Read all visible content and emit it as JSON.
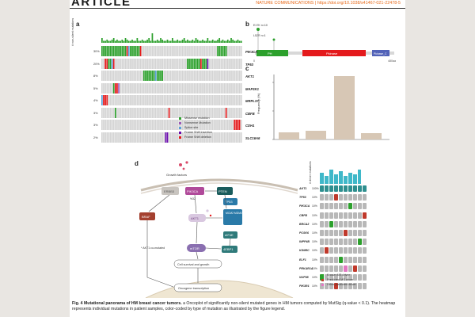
{
  "header": {
    "journal": "ARTICLE",
    "citation": "NATURE COMMUNICATIONS | https://doi.org/10.1038/s41467-021-22478-5"
  },
  "panel_a": {
    "label": "a",
    "bar_axis_label": "# non-silent mutations",
    "genes": [
      {
        "name": "PIK3CA",
        "pct": "30%"
      },
      {
        "name": "TP53",
        "pct": "20%"
      },
      {
        "name": "AKT1",
        "pct": "8%"
      },
      {
        "name": "MAP3K1",
        "pct": "5%"
      },
      {
        "name": "MRPL37",
        "pct": "4%"
      },
      {
        "name": "CBFB",
        "pct": "3%"
      },
      {
        "name": "CDH1",
        "pct": "3%"
      },
      {
        "name": "SLC16A6",
        "pct": "2%"
      }
    ],
    "legend": [
      {
        "label": "Missense mutation",
        "color": "#2ca02c"
      },
      {
        "label": "Nonsense Mutation",
        "color": "#9b59b6"
      },
      {
        "label": "Splice site",
        "color": "#5aa0d8"
      },
      {
        "label": "Frame Shift insertion",
        "color": "#6a0dad"
      },
      {
        "label": "Frame Shift deletion",
        "color": "#e41a1c"
      }
    ]
  },
  "panel_b": {
    "label": "b",
    "mut1": "E17K n=10",
    "mut2": "L52R n=1",
    "domains": [
      "PH",
      "Pkinase",
      "Pkinase_C"
    ],
    "axis_start": "0",
    "axis_end": "480aa"
  },
  "panel_c": {
    "label": "c",
    "ylabel": "Frequency (%)"
  },
  "panel_d": {
    "label": "d",
    "growth_factors": "Growth factors",
    "nodes": {
      "erbb3": "ERBB3",
      "braf": "BRAF",
      "pik3ca": "PIK3CA",
      "pik3ca_pct": "%32",
      "pten": "PTEN",
      "tp53": "TP53",
      "akt1": "AKT1",
      "mcm": "MCM2\nMDM2\nMDM4",
      "eif4e": "eIF4E",
      "mtor": "mTOR",
      "ebp1": "4EBP1",
      "survival": "Cell survival and growth",
      "oncogene": "Oncogene transcription"
    },
    "akt1_note": "* AKT1 co-mutated",
    "bar_axis": "# driver mutations",
    "genes": [
      {
        "name": "AKT1",
        "pct": "100%"
      },
      {
        "name": "TP53",
        "pct": "10%"
      },
      {
        "name": "PIK3CA",
        "pct": "10%"
      },
      {
        "name": "CBFB",
        "pct": "10%"
      },
      {
        "name": "BRCA2",
        "pct": "10%"
      },
      {
        "name": "PCSK6",
        "pct": "10%"
      },
      {
        "name": "INPP4B",
        "pct": "10%"
      },
      {
        "name": "KDM5C",
        "pct": "10%"
      },
      {
        "name": "ELF1",
        "pct": "10%"
      },
      {
        "name": "PRKAR1A",
        "pct": "10%"
      },
      {
        "name": "NUP98",
        "pct": "10%"
      },
      {
        "name": "PIK3R1",
        "pct": "10%"
      }
    ],
    "legend": [
      {
        "label": "Known MS driver",
        "color": "#2ca02c"
      },
      {
        "label": "Predicted MS driver",
        "color": "#c0392b"
      },
      {
        "label": "Other predicted driver",
        "color": "#e377c2"
      }
    ]
  },
  "caption": {
    "bold": "Fig. 4 Mutational panorama of HM breast cancer tumors.",
    "text": " a Oncoplot of significantly non-silent mutated genes in HM tumors computed by MutSig (q-value < 0.1). The heatmap represents individual mutations in patient samples, color-coded by type of mutation as illustrated by the figure legend."
  }
}
